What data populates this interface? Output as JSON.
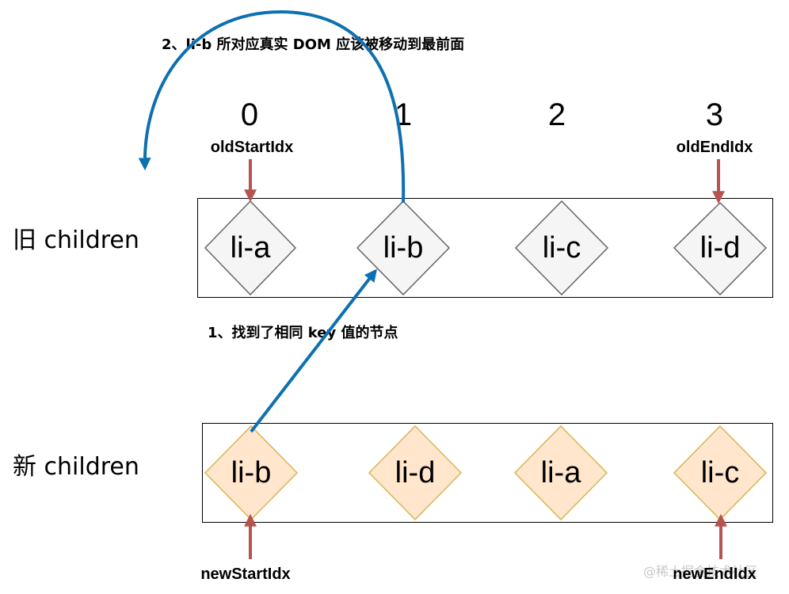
{
  "notes": {
    "step1": "1、找到了相同 key 值的节点",
    "step2": "2、li-b 所对应真实 DOM 应该被移动到最前面"
  },
  "old": {
    "label": "旧 children",
    "indices": [
      "0",
      "1",
      "2",
      "3"
    ],
    "start_pointer": "oldStartIdx",
    "end_pointer": "oldEndIdx",
    "nodes": [
      "li-a",
      "li-b",
      "li-c",
      "li-d"
    ]
  },
  "new": {
    "label": "新 children",
    "start_pointer": "newStartIdx",
    "end_pointer": "newEndIdx",
    "nodes": [
      "li-b",
      "li-d",
      "li-a",
      "li-c"
    ]
  },
  "watermark": "@稀土掘金技术社区",
  "colors": {
    "old_node_fill": "#f5f5f5",
    "old_node_stroke": "#666666",
    "new_node_fill": "#ffe6cc",
    "new_node_stroke": "#d6b656",
    "pointer_arrow": "#b85450",
    "move_arrow": "#0e70b0"
  }
}
